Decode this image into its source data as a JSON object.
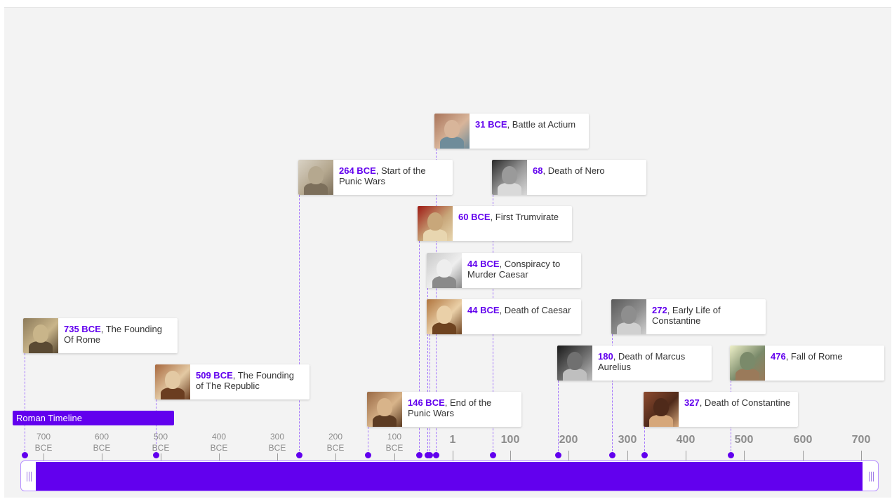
{
  "timeline_title": "Roman Timeline",
  "events": [
    {
      "year": "735 BCE",
      "title": ", The Founding Of Rome",
      "thumb": "wolf-painting",
      "colors": [
        "#8c7a5a",
        "#5a4a33",
        "#c9b58a"
      ]
    },
    {
      "year": "509 BCE",
      "title": ", The Founding of The Republic",
      "thumb": "senate-painting",
      "colors": [
        "#a8693f",
        "#6b3d20",
        "#e3c9a3"
      ]
    },
    {
      "year": "264 BCE",
      "title": ", Start of the Punic Wars",
      "thumb": "battle-map",
      "colors": [
        "#d9d2c5",
        "#7c6f5b",
        "#b5a88f"
      ]
    },
    {
      "year": "146 BCE",
      "title": ", End of the Punic Wars",
      "thumb": "ruins-painting",
      "colors": [
        "#9a6a45",
        "#5c3b22",
        "#d8b48a"
      ]
    },
    {
      "year": "60 BCE",
      "title": ", First Trumvirate",
      "thumb": "coin-portrait",
      "colors": [
        "#9e1a14",
        "#e8d6b0",
        "#c8a77a"
      ]
    },
    {
      "year": "44 BCE",
      "title": ", Conspiracy to Murder Caesar",
      "thumb": "caesar-bust",
      "colors": [
        "#c9c9c9",
        "#8a8a8a",
        "#eeeeee"
      ]
    },
    {
      "year": "44 BCE",
      "title": ", Death of Caesar",
      "thumb": "assassination-painting",
      "colors": [
        "#b0753e",
        "#6e4320",
        "#ead0a8"
      ]
    },
    {
      "year": "31 BCE",
      "title": ", Battle at Actium",
      "thumb": "naval-battle",
      "colors": [
        "#a9745a",
        "#6f8c9a",
        "#d8b59a"
      ]
    },
    {
      "year": "68",
      "title": ", Death of Nero",
      "thumb": "nero-bust",
      "colors": [
        "#2a2a2a",
        "#d9d9d9",
        "#9a9a9a"
      ]
    },
    {
      "year": "180",
      "title": ", Death of Marcus Aurelius",
      "thumb": "aurelius-bust",
      "colors": [
        "#1a1a1a",
        "#bfbfbf",
        "#707070"
      ]
    },
    {
      "year": "272",
      "title": ", Early Life of Constantine",
      "thumb": "constantine-bust",
      "colors": [
        "#5a5a5a",
        "#d0d0d0",
        "#8e8e8e"
      ]
    },
    {
      "year": "327",
      "title": ", Death of Constantine",
      "thumb": "constantine-painting",
      "colors": [
        "#8c4a2f",
        "#d6a77a",
        "#4f2a1a"
      ]
    },
    {
      "year": "476",
      "title": ", Fall of Rome",
      "thumb": "fall-of-rome-print",
      "colors": [
        "#eef0c8",
        "#9a7a5a",
        "#7a8a6a"
      ]
    }
  ],
  "axis": {
    "bce_ticks": [
      {
        "num": "700",
        "era": "BCE"
      },
      {
        "num": "600",
        "era": "BCE"
      },
      {
        "num": "500",
        "era": "BCE"
      },
      {
        "num": "400",
        "era": "BCE"
      },
      {
        "num": "300",
        "era": "BCE"
      },
      {
        "num": "200",
        "era": "BCE"
      },
      {
        "num": "100",
        "era": "BCE"
      }
    ],
    "ce_ticks": [
      "1",
      "100",
      "200",
      "300",
      "400",
      "500",
      "600",
      "700"
    ]
  },
  "navigator": {
    "left_handle_icon": "grip-icon",
    "right_handle_icon": "grip-icon"
  },
  "accent_color": "#6200ee"
}
